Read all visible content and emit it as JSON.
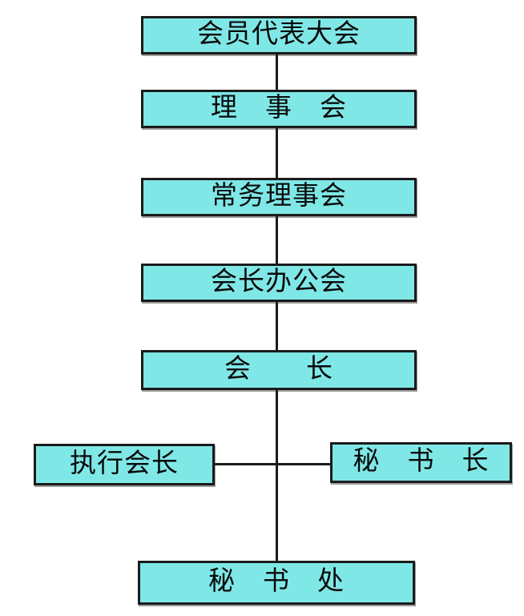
{
  "nodes": [
    {
      "id": "member-congress",
      "label": "会员代表大会"
    },
    {
      "id": "council",
      "label": "理　事　会"
    },
    {
      "id": "standing-council",
      "label": "常务理事会"
    },
    {
      "id": "president-office-meeting",
      "label": "会长办公会"
    },
    {
      "id": "president",
      "label": "会　　长"
    },
    {
      "id": "executive-president",
      "label": "执行会长"
    },
    {
      "id": "secretary-general",
      "label": "秘　书　长"
    },
    {
      "id": "secretariat",
      "label": "秘　书　处"
    }
  ],
  "edges": [
    {
      "from": "member-congress",
      "to": "council"
    },
    {
      "from": "council",
      "to": "standing-council"
    },
    {
      "from": "standing-council",
      "to": "president-office-meeting"
    },
    {
      "from": "president-office-meeting",
      "to": "president"
    },
    {
      "from": "president",
      "to": "secretariat"
    },
    {
      "from": "executive-president",
      "to": "secretary-general"
    }
  ],
  "colors": {
    "box_fill": "#7FE8E7",
    "box_border": "#1B1B1B",
    "connector": "#1B1B1B",
    "background": "#FFFFFF"
  }
}
